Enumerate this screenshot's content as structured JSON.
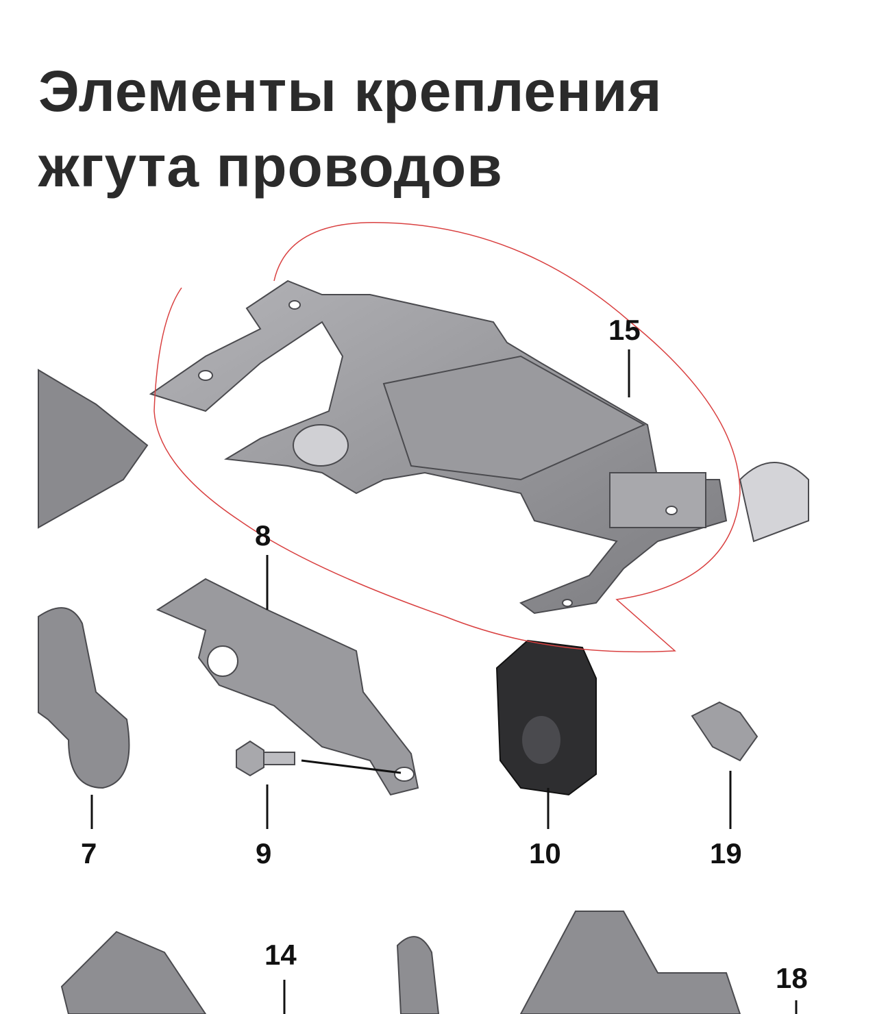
{
  "title": {
    "line1": "Элементы крепления",
    "line2": "жгута проводов"
  },
  "callouts": {
    "p15": "15",
    "p8": "8",
    "p7": "7",
    "p9": "9",
    "p10": "10",
    "p19": "19",
    "p14": "14",
    "p18": "18"
  },
  "colors": {
    "part": "#8e8e92",
    "part_dark": "#5a5a5e",
    "part_light": "#c4c4c8",
    "rubber": "#2e2e30",
    "annotation": "#d94040",
    "text": "#2b2b2b"
  }
}
